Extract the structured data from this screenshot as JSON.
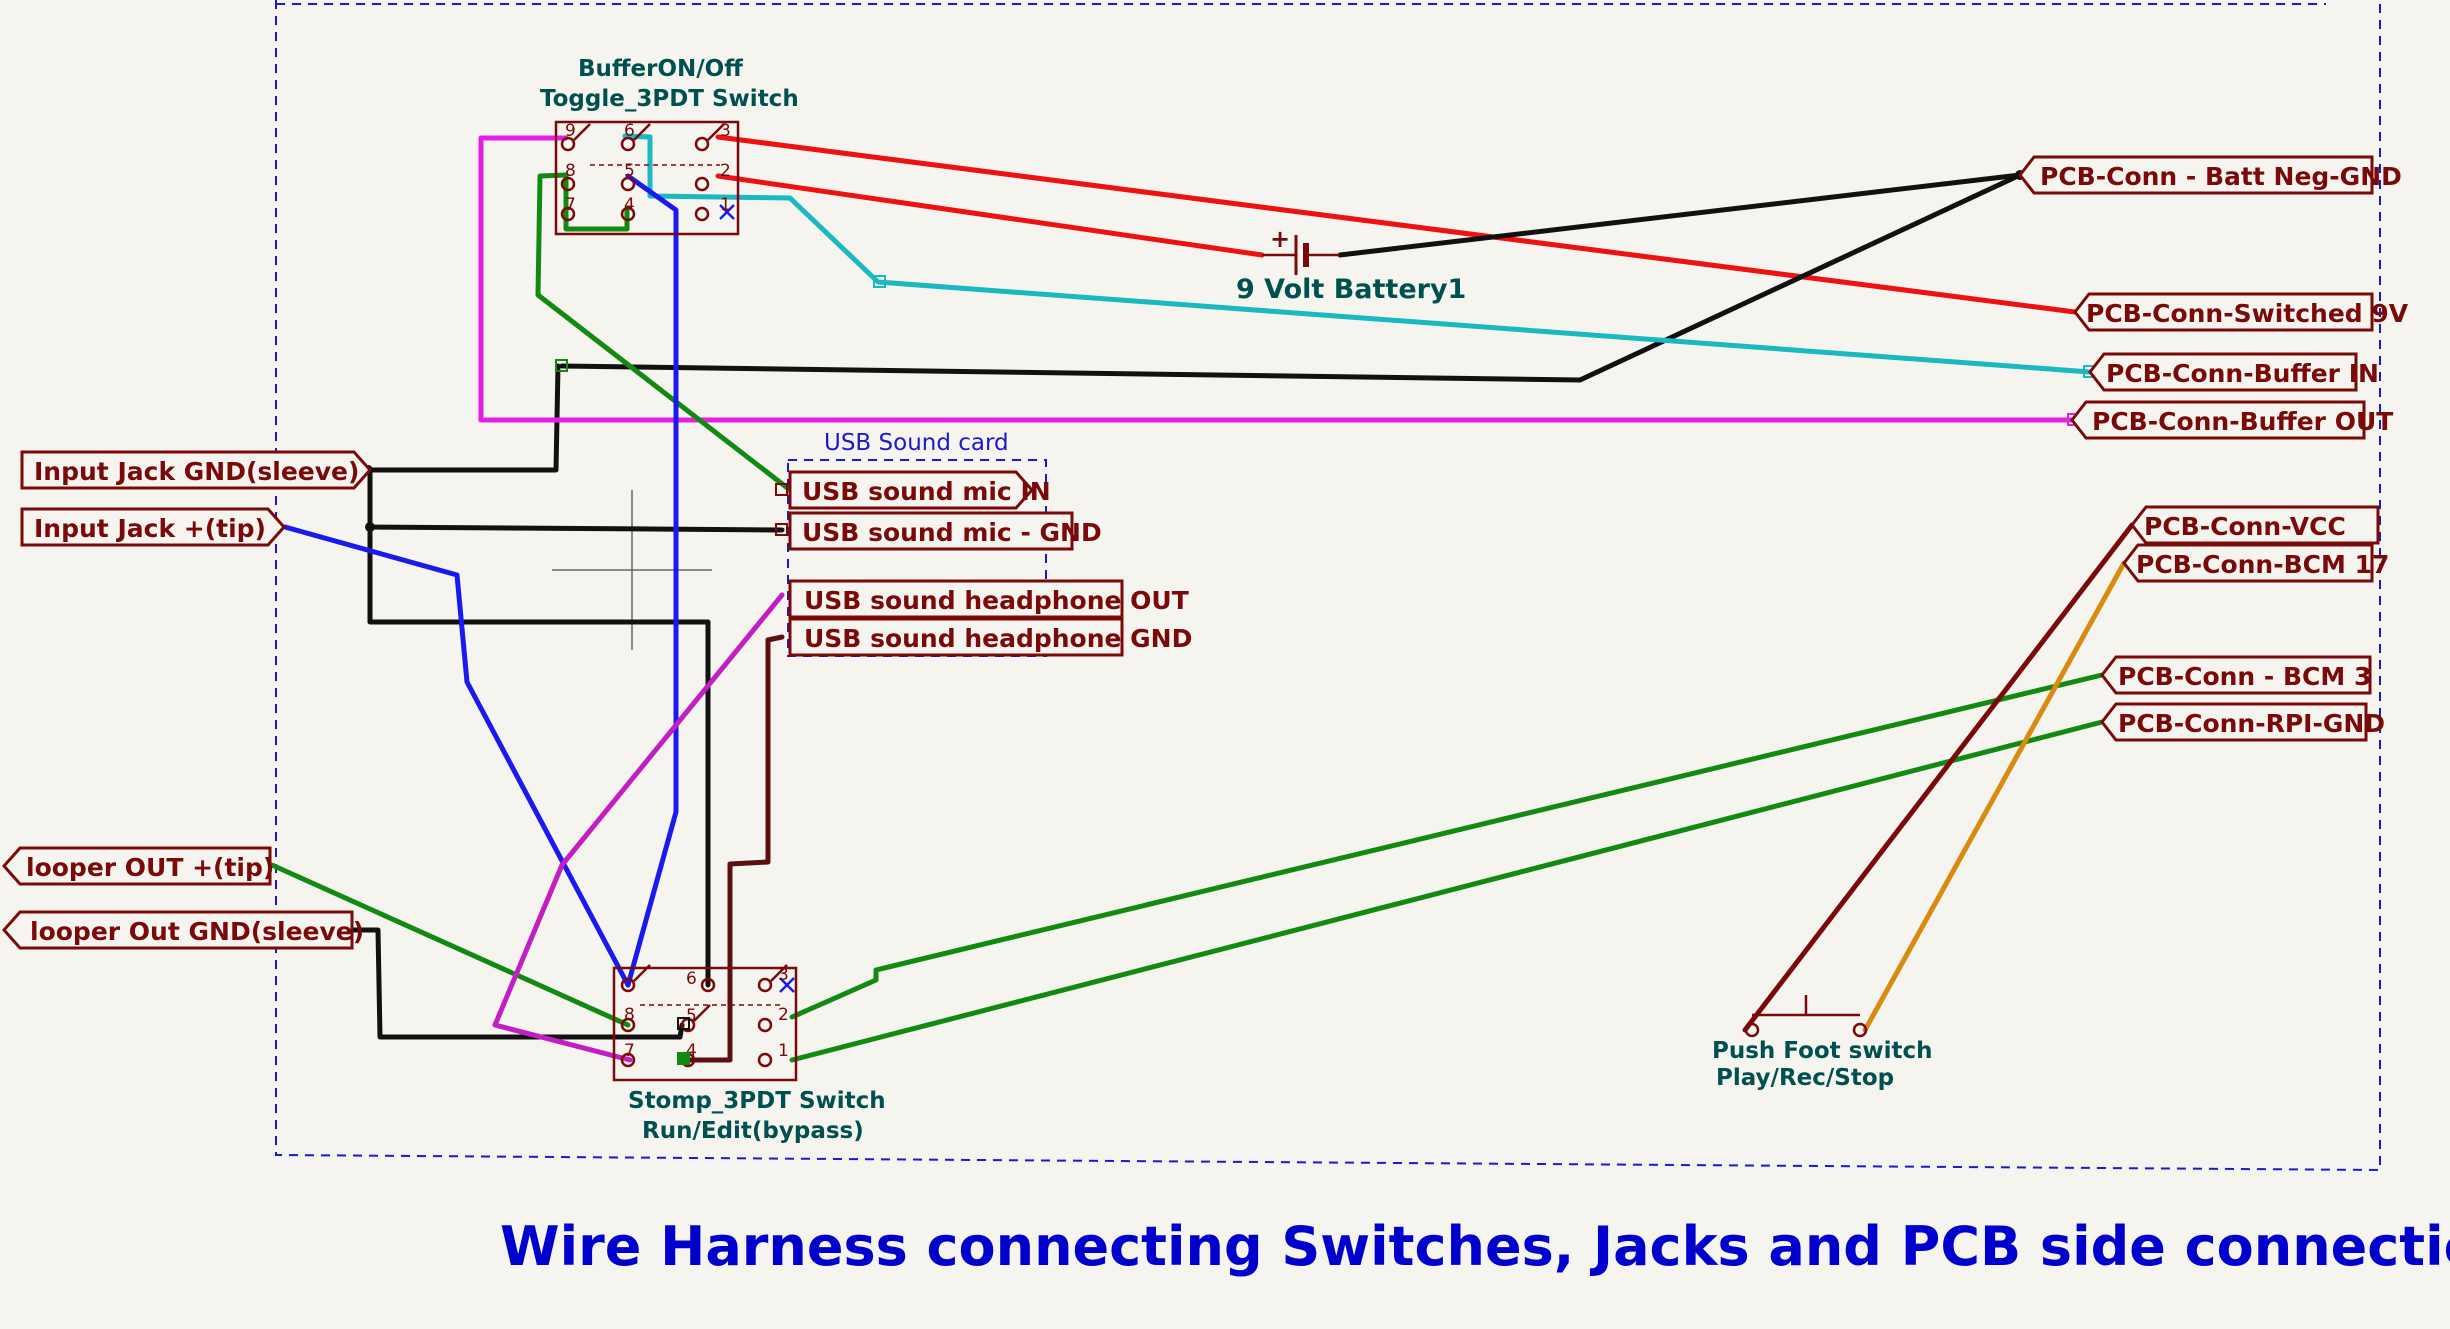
{
  "diagram": {
    "title": "Wire Harness connecting Switches, Jacks and PCB side connections",
    "colors": {
      "label": "#7a0a0a",
      "component_text": "#005050",
      "title": "#0000cc",
      "sheet_border": "#1a1acc",
      "wire_red": "#ee1111",
      "wire_black": "#111111",
      "wire_cyan": "#1ab8c0",
      "wire_magenta": "#e51ee5",
      "wire_blue": "#1a1aee",
      "wire_green": "#128a12",
      "wire_purple": "#c21ec2",
      "wire_darkred": "#5a1010",
      "wire_maroon": "#7a0a0a",
      "wire_orange": "#d98a10"
    },
    "components": {
      "toggle": {
        "ref": "BufferON/Off",
        "value": "Toggle_3PDT Switch",
        "pins": [
          "9",
          "8",
          "7",
          "6",
          "5",
          "4",
          "3",
          "2",
          "1"
        ]
      },
      "stomp": {
        "ref": "Stomp_3PDT Switch",
        "value": "Run/Edit(bypass)",
        "pins": [
          "6",
          "8",
          "5",
          "7",
          "4",
          "3",
          "2",
          "1"
        ]
      },
      "battery": {
        "name": "9 Volt Battery1",
        "plus": "+"
      },
      "foot": {
        "ref": "Push Foot switch",
        "value": "Play/Rec/Stop"
      },
      "usb": {
        "title": "USB Sound card"
      }
    },
    "labels": {
      "batt_neg": "PCB-Conn - Batt Neg-GND",
      "sw9v": "PCB-Conn-Switched 9V",
      "buf_in": "PCB-Conn-Buffer IN",
      "buf_out": "PCB-Conn-Buffer OUT",
      "vcc": "PCB-Conn-VCC",
      "bcm17": "PCB-Conn-BCM 17",
      "bcm3": "PCB-Conn - BCM 3",
      "rpi_gnd": "PCB-Conn-RPI-GND",
      "in_gnd": "Input Jack GND(sleeve)",
      "in_tip": "Input Jack +(tip)",
      "loop_tip": "looper OUT +(tip)",
      "loop_gnd": "looper Out GND(sleeve)",
      "usb_mic_in": "USB sound mic IN",
      "usb_mic_gnd": "USB sound mic - GND",
      "usb_hp_out": "USB sound headphone OUT",
      "usb_hp_gnd": "USB sound headphone GND"
    }
  }
}
